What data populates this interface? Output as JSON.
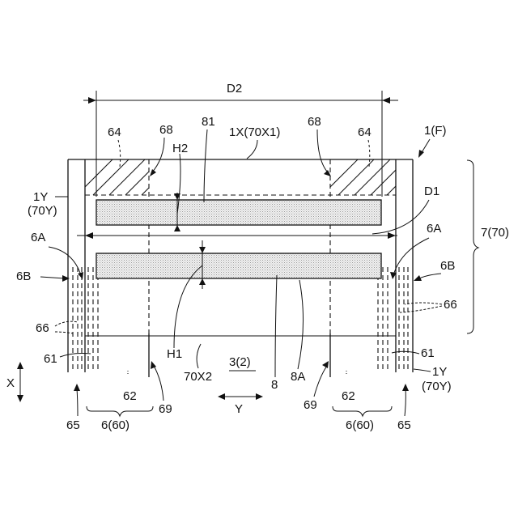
{
  "labels": {
    "d2": "D2",
    "n64_left": "64",
    "n68_left": "68",
    "n81": "81",
    "n1x": "1X(70X1)",
    "n68_right": "68",
    "n64_right": "64",
    "n1f": "1(F)",
    "h2": "H2",
    "n1y_left_a": "1Y",
    "n1y_left_b": "(70Y)",
    "d1": "D1",
    "n7_70": "7(70)",
    "n6a_left": "6A",
    "n6a_right": "6A",
    "n6b_left": "6B",
    "n6b_right": "6B",
    "n66_left": "66",
    "n66_right": "66",
    "n61_left": "61",
    "n61_right": "61",
    "h1": "H1",
    "n70x2": "70X2",
    "n3_2": "3(2)",
    "n8": "8",
    "n8a": "8A",
    "n62_left": "62",
    "n62_right": "62",
    "n1y_right_a": "1Y",
    "n1y_right_b": "(70Y)",
    "x_axis": "X",
    "y_axis": "Y",
    "n65_left": "65",
    "n6_60_left": "6(60)",
    "n69_left": "69",
    "n69_right": "69",
    "n6_60_right": "6(60)",
    "n65_right": "65"
  }
}
